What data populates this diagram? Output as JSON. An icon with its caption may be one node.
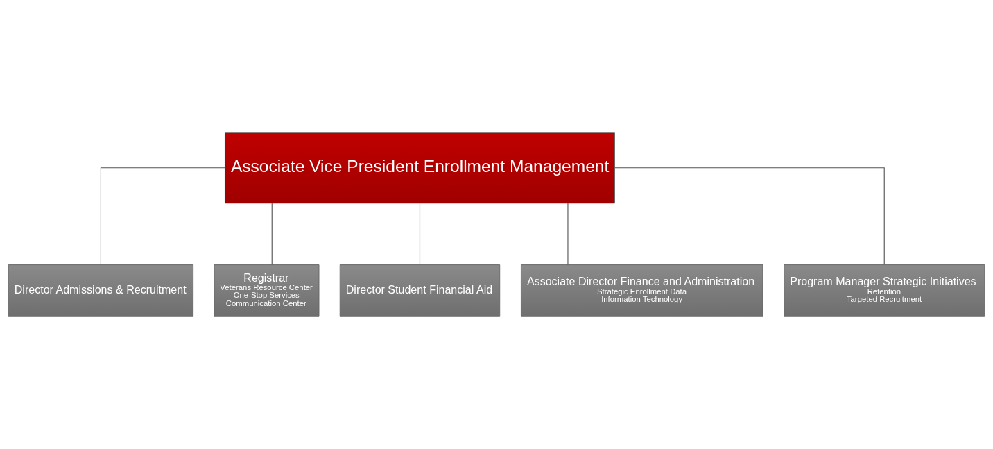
{
  "diagram": {
    "nodes": [
      {
        "text": [
          "Associate Vice President Enrollment Management"
        ]
      },
      {
        "text": [
          "Director Admissions & Recruitment"
        ]
      },
      {
        "text": [
          "Registrar",
          "Veterans Resource Center",
          "One-Stop Services",
          "Communication Center"
        ]
      },
      {
        "text": [
          "Director Student Financial Aid"
        ]
      },
      {
        "text": [
          "Associate Director Finance and Administration",
          "Strategic Enrollment Data",
          "Information Technology"
        ]
      },
      {
        "text": [
          "Program Manager Strategic Initiatives",
          "Retention",
          "Targeted Recruitment"
        ]
      }
    ],
    "edges": [
      {
        "from": 0,
        "to": 1,
        "arrow": "none"
      },
      {
        "from": 0,
        "to": 2,
        "arrow": "none"
      },
      {
        "from": 0,
        "to": 3,
        "arrow": "none"
      },
      {
        "from": 0,
        "to": 4,
        "arrow": "none"
      },
      {
        "from": 0,
        "to": 5,
        "arrow": "none"
      }
    ]
  }
}
